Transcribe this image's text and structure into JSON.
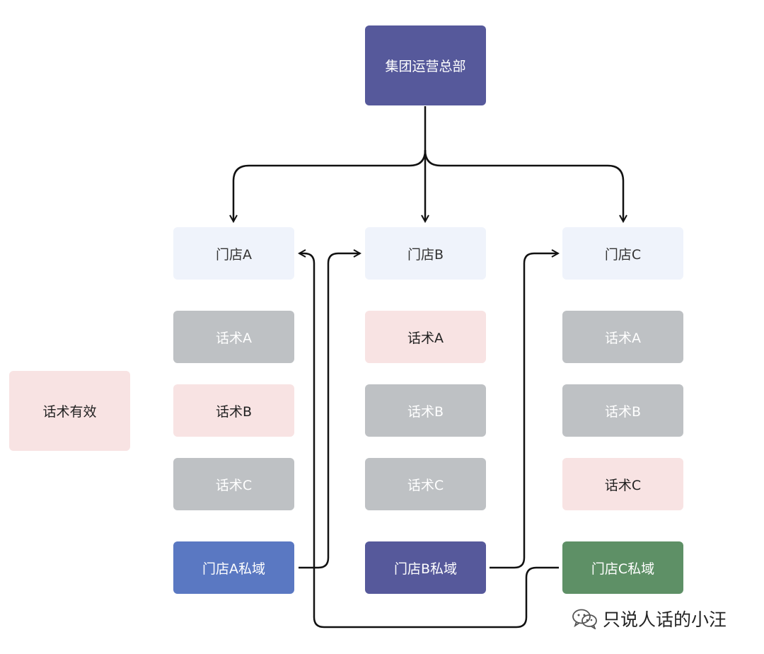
{
  "hq": {
    "label": "集团运营总部"
  },
  "stores": [
    {
      "label": "门店A"
    },
    {
      "label": "门店B"
    },
    {
      "label": "门店C"
    }
  ],
  "scripts": {
    "col_a": [
      "话术A",
      "话术B",
      "话术C"
    ],
    "col_b": [
      "话术A",
      "话术B",
      "话术C"
    ],
    "col_c": [
      "话术A",
      "话术B",
      "话术C"
    ]
  },
  "private_domains": [
    {
      "label": "门店A私域"
    },
    {
      "label": "门店B私域"
    },
    {
      "label": "门店C私域"
    }
  ],
  "legend": {
    "label": "话术有效"
  },
  "watermark": {
    "text": "只说人话的小汪",
    "icon": "wechat-icon"
  },
  "colors": {
    "hq": "#56599b",
    "store": "#eff3fb",
    "effective": "#f8e3e3",
    "ineffective": "#bec1c4",
    "domain_a": "#5a78c2",
    "domain_b": "#56599b",
    "domain_c": "#5e9066"
  }
}
